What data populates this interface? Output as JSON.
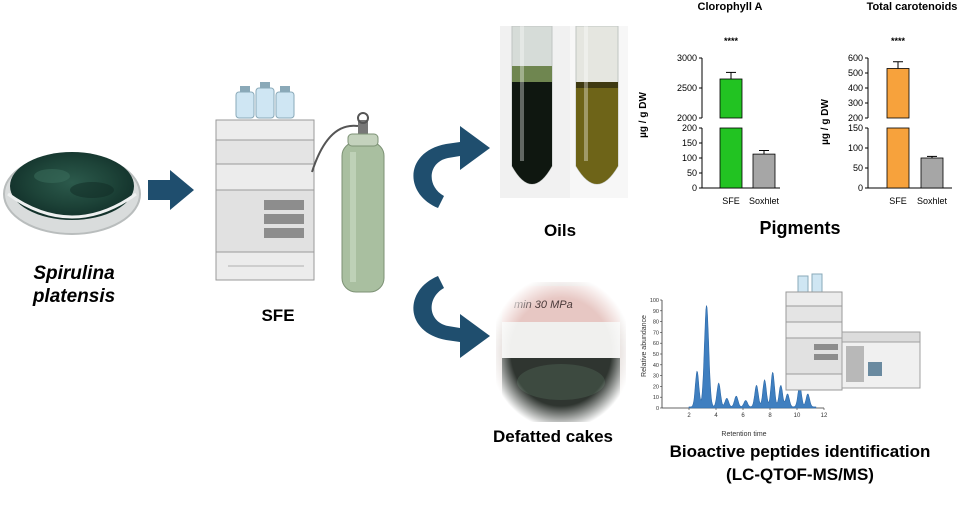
{
  "labels": {
    "source_line1": "Spirulina",
    "source_line2": "platensis",
    "sfe": "SFE",
    "oils": "Oils",
    "pigments": "Pigments",
    "defatted": "Defatted cakes",
    "peptides_line1": "Bioactive peptides identification",
    "peptides_line2": "(LC-QTOF-MS/MS)"
  },
  "colors": {
    "arrow": "#1f4e6e",
    "sfe_bar": "#22c322",
    "carotenoid_bar": "#f7a23c",
    "soxhlet_bar": "#a6a6a6",
    "chromatogram": "#3f7fc0"
  },
  "chart_data": [
    {
      "type": "bar",
      "title": "Clorophyll A",
      "ylabel": "µg / g DW",
      "categories": [
        "SFE",
        "Soxhlet"
      ],
      "values": [
        2650,
        113
      ],
      "errors": [
        110,
        12
      ],
      "ylim_lower": [
        0,
        200
      ],
      "ylim_upper": [
        2000,
        3000
      ],
      "yticks": [
        "0",
        "50",
        "100",
        "150",
        "200",
        "2000",
        "2500",
        "3000"
      ],
      "significance": "****"
    },
    {
      "type": "bar",
      "title": "Total carotenoids",
      "ylabel": "µg / g DW",
      "categories": [
        "SFE",
        "Soxhlet"
      ],
      "values": [
        530,
        75
      ],
      "errors": [
        45,
        4
      ],
      "ylim_lower": [
        0,
        150
      ],
      "ylim_upper": [
        200,
        600
      ],
      "yticks": [
        "0",
        "50",
        "100",
        "150",
        "200",
        "300",
        "400",
        "500",
        "600"
      ],
      "significance": "****"
    },
    {
      "type": "line",
      "xlabel": "Retention time",
      "ylabel": "Relative abundance",
      "xlim": [
        0,
        12
      ],
      "ylim": [
        0,
        100
      ],
      "xticks": [
        "2",
        "4",
        "6",
        "8",
        "10",
        "12"
      ],
      "yticks": [
        "0",
        "10",
        "20",
        "30",
        "40",
        "50",
        "60",
        "70",
        "80",
        "90",
        "100"
      ],
      "peaks": [
        {
          "x": 2.6,
          "y": 33
        },
        {
          "x": 3.3,
          "y": 94
        },
        {
          "x": 4.2,
          "y": 22
        },
        {
          "x": 4.8,
          "y": 8
        },
        {
          "x": 5.5,
          "y": 10
        },
        {
          "x": 6.2,
          "y": 6
        },
        {
          "x": 7.0,
          "y": 20
        },
        {
          "x": 7.6,
          "y": 25
        },
        {
          "x": 8.2,
          "y": 32
        },
        {
          "x": 8.8,
          "y": 20
        },
        {
          "x": 9.3,
          "y": 12
        },
        {
          "x": 10.2,
          "y": 20
        },
        {
          "x": 10.8,
          "y": 12
        }
      ]
    }
  ]
}
